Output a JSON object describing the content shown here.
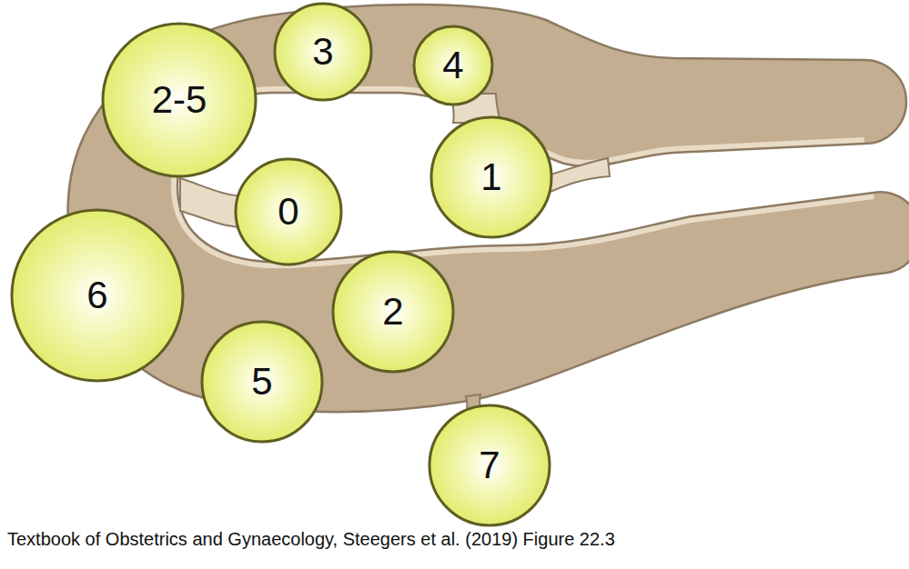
{
  "diagram": {
    "caption": "Textbook of Obstetrics and Gynaecology, Steegers et al. (2019) Figure 22.3",
    "nodes": [
      {
        "text": [
          "3"
        ]
      },
      {
        "text": [
          "4"
        ]
      },
      {
        "text": [
          "2-5"
        ]
      },
      {
        "text": [
          "1"
        ]
      },
      {
        "text": [
          "0"
        ]
      },
      {
        "text": [
          "6"
        ]
      },
      {
        "text": [
          "2"
        ]
      },
      {
        "text": [
          "5"
        ]
      },
      {
        "text": [
          "7"
        ]
      }
    ]
  }
}
